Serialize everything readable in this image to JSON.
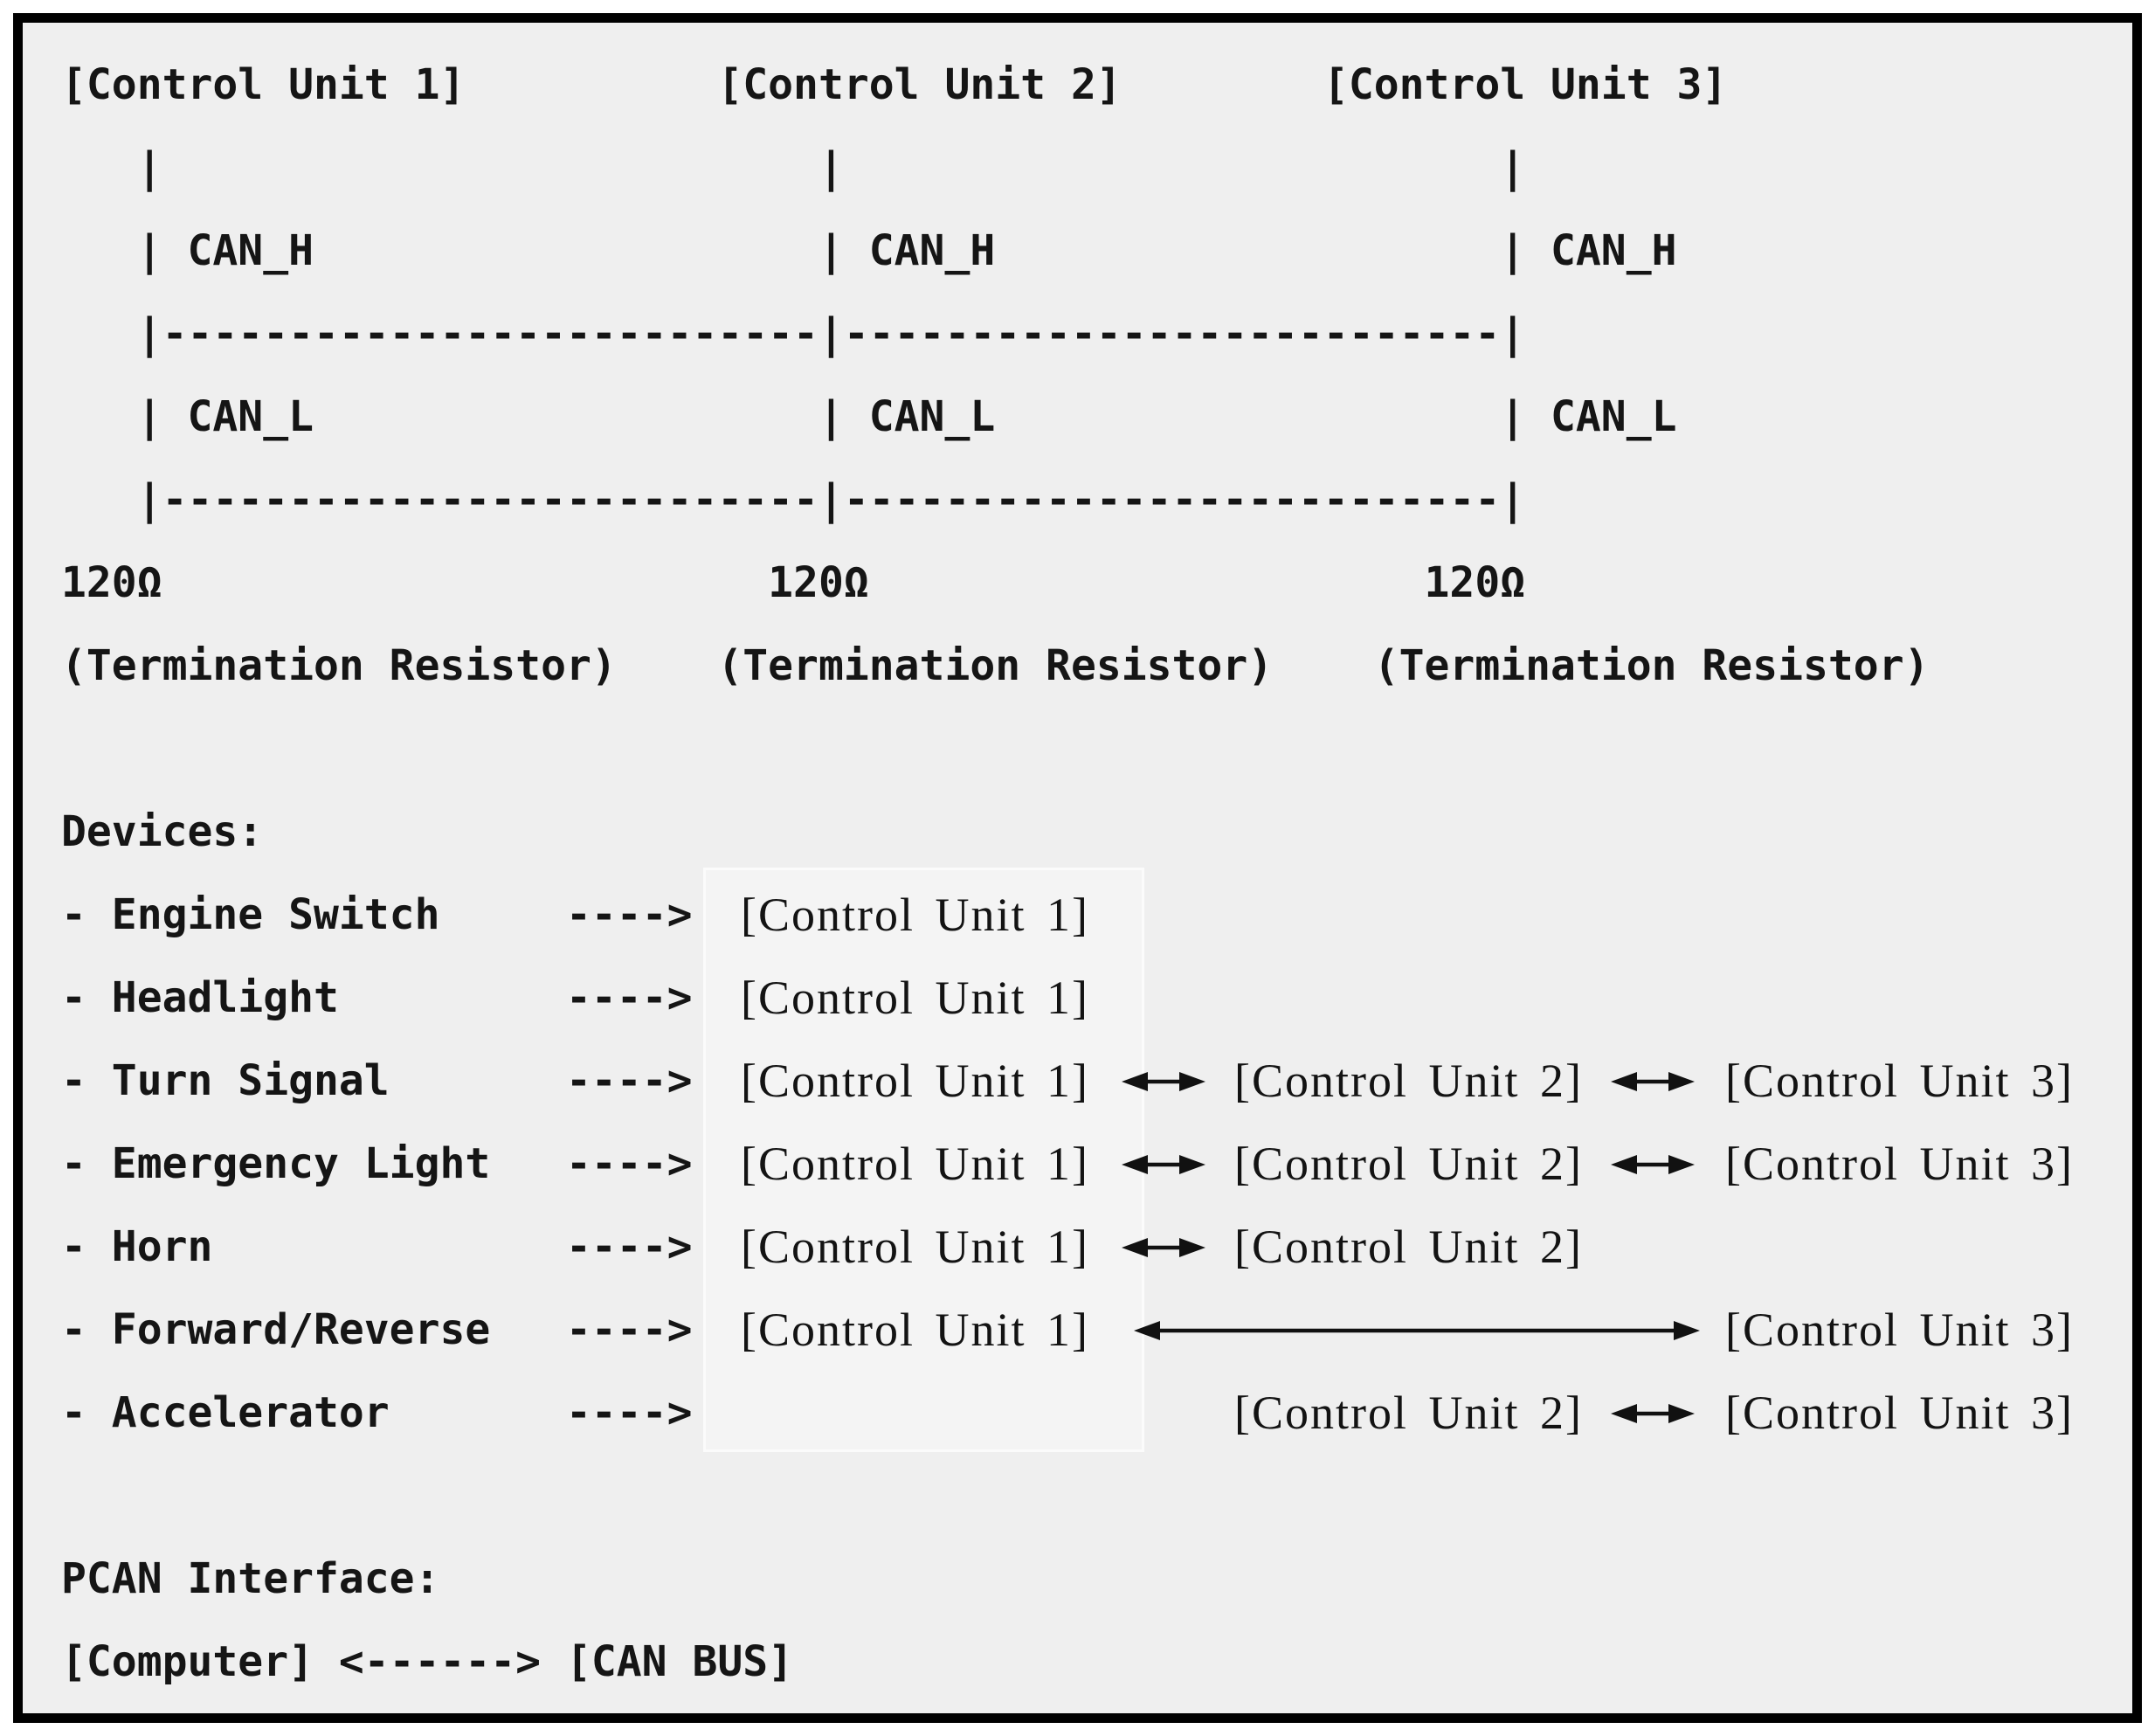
{
  "colors": {
    "background": "#efefef",
    "frame_border": "#000000",
    "text": "#151515",
    "highlight_box": "#f4f4f4",
    "arrow": "#111111"
  },
  "top_diagram": {
    "lines": [
      "[Control Unit 1]          [Control Unit 2]        [Control Unit 3]",
      "   |                          |                          |",
      "   | CAN_H                    | CAN_H                    | CAN_H",
      "   |--------------------------|--------------------------|",
      "   | CAN_L                    | CAN_L                    | CAN_L",
      "   |--------------------------|--------------------------|",
      "120Ω                        120Ω                      120Ω",
      "(Termination Resistor)    (Termination Resistor)    (Termination Resistor)"
    ]
  },
  "devices": {
    "heading": "Devices:",
    "arrow_label": "---->",
    "rows": [
      {
        "name": "- Engine Switch",
        "units": [
          "[Control Unit 1]"
        ]
      },
      {
        "name": "- Headlight",
        "units": [
          "[Control Unit 1]"
        ]
      },
      {
        "name": "- Turn Signal",
        "units": [
          "[Control Unit 1]",
          "[Control Unit 2]",
          "[Control Unit 3]"
        ]
      },
      {
        "name": "- Emergency Light",
        "units": [
          "[Control Unit 1]",
          "[Control Unit 2]",
          "[Control Unit 3]"
        ]
      },
      {
        "name": "- Horn",
        "units": [
          "[Control Unit 1]",
          "[Control Unit 2]"
        ]
      },
      {
        "name": "- Forward/Reverse",
        "units": [
          "[Control Unit 1]",
          "[Control Unit 3]"
        ]
      },
      {
        "name": "- Accelerator",
        "units": [
          "[Control Unit 2]",
          "[Control Unit 3]"
        ]
      }
    ]
  },
  "pcan": {
    "heading": "PCAN Interface:",
    "line": "[Computer] <------> [CAN BUS]"
  }
}
